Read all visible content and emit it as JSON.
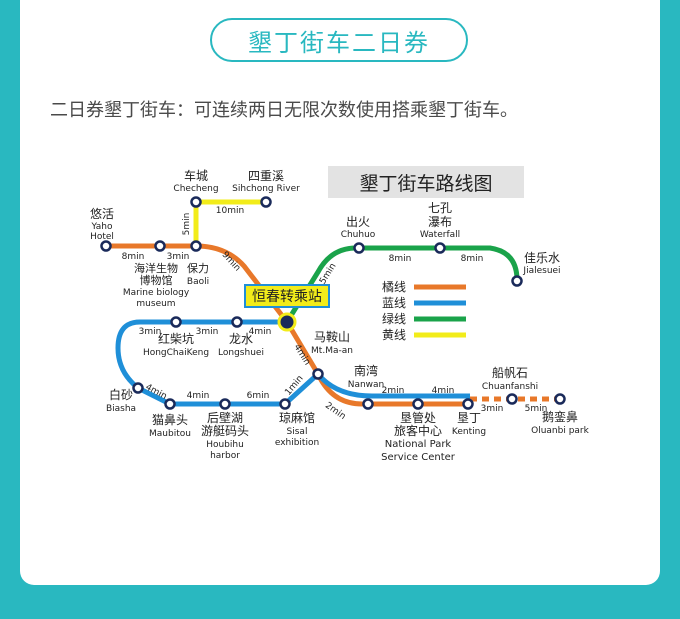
{
  "header": {
    "title": "墾丁街车二日券"
  },
  "intro": "二日券墾丁街车：可连续两日无限次数使用搭乘墾丁街车。",
  "map": {
    "title": "墾丁街车路线图",
    "transfer_station": "恒春转乘站",
    "legend": [
      {
        "label": "橘线",
        "color": "#e8782a"
      },
      {
        "label": "蓝线",
        "color": "#1f8fd8"
      },
      {
        "label": "绿线",
        "color": "#1aa34a"
      },
      {
        "label": "黄线",
        "color": "#f2ec1a"
      }
    ],
    "stations": {
      "yaho": {
        "zh": "悠活",
        "en1": "Yaho",
        "en2": "Hotel"
      },
      "checheng": {
        "zh": "车城",
        "en": "Checheng"
      },
      "sihchong": {
        "zh": "四重溪",
        "en": "Sihchong River"
      },
      "marine": {
        "zh1": "海洋生物",
        "zh2": "博物馆",
        "en1": "Marine biology",
        "en2": "museum"
      },
      "baoli": {
        "zh": "保力",
        "en": "Baoli"
      },
      "chuhuo": {
        "zh": "出火",
        "en": "Chuhuo"
      },
      "waterfall": {
        "zh1": "七孔",
        "zh2": "瀑布",
        "en": "Waterfall"
      },
      "jialesuei": {
        "zh": "佳乐水",
        "en": "Jialesuei"
      },
      "hongchaikeng": {
        "zh": "红柴坑",
        "en": "HongChaiKeng"
      },
      "longshuei": {
        "zh": "龙水",
        "en": "Longshuei"
      },
      "maan": {
        "zh": "马鞍山",
        "en": "Mt.Ma-an"
      },
      "biasha": {
        "zh": "白砂",
        "en": "Biasha"
      },
      "maubitou": {
        "zh": "猫鼻头",
        "en": "Maubitou"
      },
      "houbihu": {
        "zh1": "后壁湖",
        "zh2": "游艇码头",
        "en1": "Houbihu",
        "en2": "harbor"
      },
      "sisal": {
        "zh": "琼麻馆",
        "en1": "Sisal",
        "en2": "exhibition"
      },
      "nanwan": {
        "zh": "南湾",
        "en": "Nanwan"
      },
      "nps": {
        "zh1": "垦管处",
        "zh2": "旅客中心",
        "en1": "National Park",
        "en2": "Service Center"
      },
      "kenting": {
        "zh": "垦丁",
        "en": "Kenting"
      },
      "chuanfanshi": {
        "zh": "船帆石",
        "en": "Chuanfanshi"
      },
      "oluanbi": {
        "zh": "鹅銮鼻",
        "en": "Oluanbi park"
      }
    },
    "times": {
      "yaho_marine": "8min",
      "marine_baoli": "3min",
      "baoli_transfer": "9min",
      "baoli_checheng": "5min",
      "checheng_sihchong": "10min",
      "transfer_chuhuo": "5min",
      "chuhuo_waterfall": "8min",
      "waterfall_jialesuei": "8min",
      "hong_a": "3min",
      "hong_b": "3min",
      "longshuei_transfer": "4min",
      "biasha_maubitou": "4min",
      "maubitou_houbihu": "4min",
      "houbihu_sisal": "6min",
      "sisal_loop": "1min",
      "transfer_maan": "4min",
      "lower_blue": "2min",
      "nanwan_nps": "2min",
      "nps_kenting": "4min",
      "kenting_chuanfanshi": "3min",
      "chuanfanshi_oluanbi": "5min"
    }
  }
}
